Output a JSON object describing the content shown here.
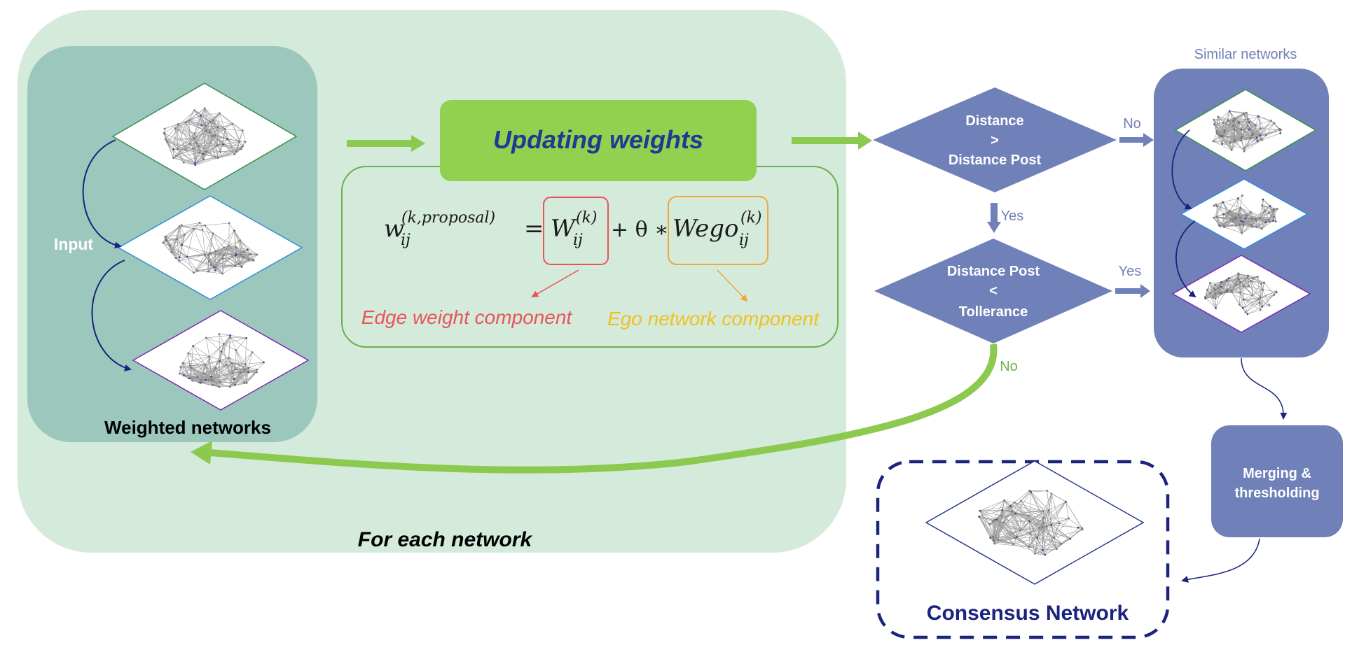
{
  "loop": {
    "caption": "For each network"
  },
  "input_panel": {
    "input_label": "Input",
    "title": "Weighted networks"
  },
  "update": {
    "title": "Updating weights",
    "formula": {
      "lhs_base": "w",
      "lhs_sub": "ij",
      "lhs_sup": "(k,proposal)",
      "equals": "=",
      "term1_base": "W",
      "term1_sub": "ij",
      "term1_sup": "(k)",
      "plus_theta": "+ θ ∗",
      "term2_base": "Wego",
      "term2_sub": "ij",
      "term2_sup": "(k)"
    },
    "edge_label": "Edge weight component",
    "ego_label": "Ego network component"
  },
  "decision1": {
    "line1": "Distance",
    "line2": ">",
    "line3": "Distance  Post",
    "no_label": "No",
    "yes_label": "Yes"
  },
  "decision2": {
    "line1": "Distance  Post",
    "line2": "<",
    "line3": "Tollerance",
    "yes_label": "Yes",
    "no_label": "No"
  },
  "similar": {
    "title": "Similar networks"
  },
  "merge": {
    "line1": "Merging &",
    "line2": "thresholding"
  },
  "consensus": {
    "title": "Consensus Network"
  },
  "colors": {
    "loop_bg": "#d4eadb",
    "input_bg": "#9cc7bc",
    "green": "#92d050",
    "green_arrow": "#8cc94f",
    "purple": "#7080b8",
    "navy": "#1a237e",
    "title_blue": "#1f3a93",
    "edge_red": "#e9545a",
    "ego_orange": "#f0a73c",
    "ego_text": "#f0c020",
    "net_green": "#3a8f4a",
    "net_blue": "#2e8fd8",
    "net_purple": "#7b2bb0",
    "net_navy": "#2a3a8a"
  }
}
